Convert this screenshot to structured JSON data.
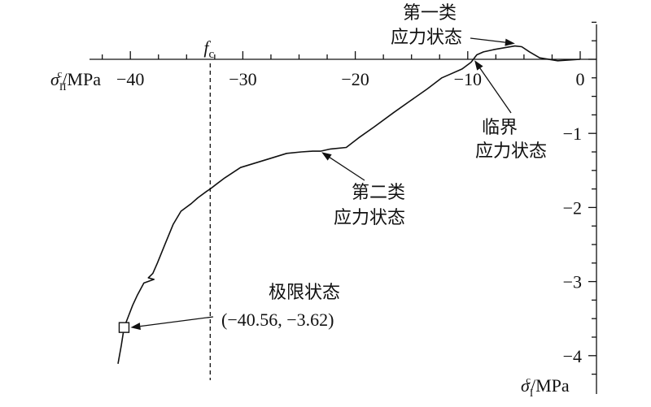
{
  "chart_data": {
    "type": "line",
    "xlabel": "σ",
    "xlabel_sub": "I",
    "xlabel_sup": "c",
    "xlabel_unit": "/MPa",
    "ylabel": "σ",
    "ylabel_sub": "II",
    "ylabel_sup": "c",
    "ylabel_unit": "/MPa",
    "xlim": [
      -43,
      0
    ],
    "ylim": [
      -4.3,
      0.45
    ],
    "x_ticks": [
      -40,
      -30,
      -20,
      -10,
      0
    ],
    "x_tick_labels": [
      "−40",
      "−30",
      "−20",
      "−10",
      "0"
    ],
    "y_ticks": [
      0,
      -1,
      -2,
      -3,
      -4
    ],
    "y_tick_labels": [
      "0",
      "−1",
      "−2",
      "−3",
      "−4"
    ],
    "series": [
      {
        "x": [
          0,
          -2,
          -3.6,
          -4.5,
          -5.2,
          -5.8,
          -6.6,
          -7.7,
          -8.6,
          -9.2,
          -9.7,
          -10.5,
          -11.7,
          -12.3,
          -13.6,
          -15.2,
          -16.6,
          -18.3,
          -19.7,
          -20.8,
          -22.2,
          -23.1,
          -23.8,
          -24.8,
          -26.1,
          -27.6,
          -28.9,
          -30.2,
          -31.6,
          -32.3,
          -32.9,
          -33.2,
          -34.0,
          -34.6,
          -35.5,
          -36.2,
          -36.9,
          -37.6,
          -38.0,
          -38.4,
          -37.9,
          -38.8,
          -39.4,
          -39.8,
          -40.2,
          -40.56,
          -40.8,
          -41.1
        ],
        "y": [
          0,
          -0.02,
          0.02,
          0.1,
          0.17,
          0.18,
          0.16,
          0.13,
          0.1,
          0.06,
          -0.04,
          -0.13,
          -0.21,
          -0.25,
          -0.4,
          -0.57,
          -0.72,
          -0.91,
          -1.06,
          -1.19,
          -1.21,
          -1.24,
          -1.24,
          -1.25,
          -1.27,
          -1.34,
          -1.4,
          -1.46,
          -1.6,
          -1.68,
          -1.75,
          -1.78,
          -1.87,
          -1.95,
          -2.05,
          -2.23,
          -2.49,
          -2.75,
          -2.89,
          -2.95,
          -2.97,
          -3.02,
          -3.19,
          -3.32,
          -3.48,
          -3.62,
          -3.86,
          -4.11
        ]
      }
    ],
    "reference_line": {
      "x": -32.9,
      "label": "f",
      "label_sub": "c"
    },
    "extreme_point": {
      "x": -40.56,
      "y": -3.62
    },
    "annotations": [
      {
        "lines": [
          "第一类",
          "应力状态"
        ]
      },
      {
        "lines": [
          "临界",
          "应力状态"
        ]
      },
      {
        "lines": [
          "第二类",
          "应力状态"
        ]
      },
      {
        "lines": [
          "极限状态",
          "(−40.56, −3.62)"
        ]
      }
    ]
  }
}
